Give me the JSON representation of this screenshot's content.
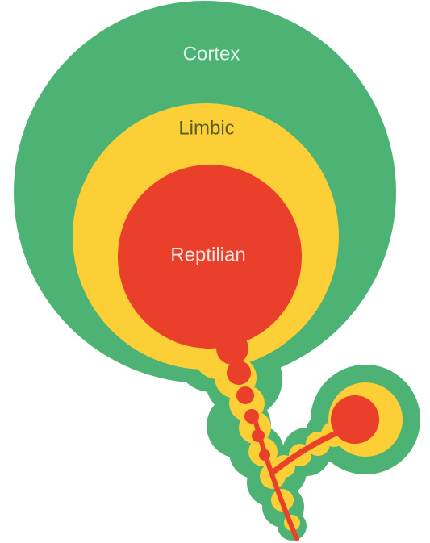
{
  "layers": [
    {
      "id": "cortex",
      "label": "Cortex",
      "fill": "#4db374",
      "text_color": "#e3f4e8"
    },
    {
      "id": "limbic",
      "label": "Limbic",
      "fill": "#fbcf35",
      "text_color": "#5b5a2a"
    },
    {
      "id": "reptilian",
      "label": "Reptilian",
      "fill": "#ea3f2a",
      "text_color": "#fce3dd"
    }
  ]
}
